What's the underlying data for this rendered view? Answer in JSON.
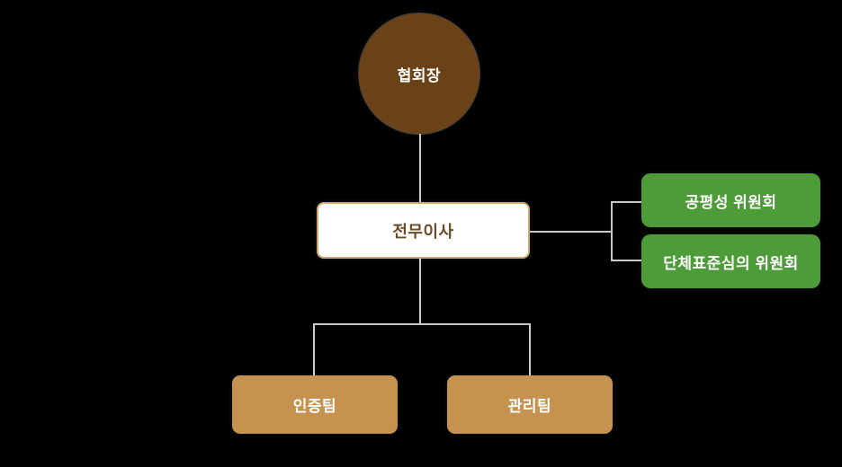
{
  "org": {
    "background_color": "#000000",
    "connector_color": "#c9c9c9",
    "root": {
      "label": "협회장",
      "shape": "circle",
      "fill_color": "#6b4118",
      "text_color": "#ffffff"
    },
    "executive": {
      "label": "전무이사",
      "shape": "rounded-rect",
      "fill_color": "#ffffff",
      "border_color": "#cfa775",
      "text_color": "#6b4a26"
    },
    "committees": {
      "fill_color": "#4e9b3a",
      "text_color": "#ffffff",
      "items": [
        {
          "label": "공평성 위원회"
        },
        {
          "label": "단체표준심의 위원회"
        }
      ]
    },
    "teams": {
      "fill_color": "#c6924f",
      "text_color": "#ffffff",
      "items": [
        {
          "label": "인증팀"
        },
        {
          "label": "관리팀"
        }
      ]
    },
    "edges": [
      {
        "from": "협회장",
        "to": "전무이사"
      },
      {
        "from": "전무이사",
        "to": "공평성 위원회"
      },
      {
        "from": "전무이사",
        "to": "단체표준심의 위원회"
      },
      {
        "from": "전무이사",
        "to": "인증팀"
      },
      {
        "from": "전무이사",
        "to": "관리팀"
      }
    ]
  }
}
